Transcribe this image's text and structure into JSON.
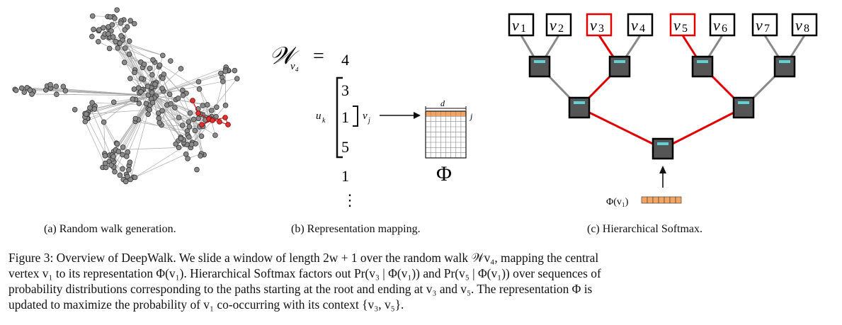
{
  "panel_a": {
    "caption": "(a) Random walk generation."
  },
  "panel_b": {
    "caption": "(b) Representation mapping.",
    "walk_label": "𝒲",
    "walk_sub": "v₄",
    "equals": "=",
    "sequence": [
      "4",
      "3",
      "1",
      "5",
      "1"
    ],
    "ellipsis": "⋮",
    "uk_label": "u",
    "uk_sub": "k",
    "vj_label": "v",
    "vj_sub": "j",
    "d_label": "d",
    "j_label": "j",
    "phi_label": "Φ",
    "embedding_color": "#f4a460"
  },
  "panel_c": {
    "caption": "(c) Hierarchical Softmax.",
    "leaves": [
      {
        "name": "v",
        "sub": "1",
        "highlight": false
      },
      {
        "name": "v",
        "sub": "2",
        "highlight": false
      },
      {
        "name": "v",
        "sub": "3",
        "highlight": true
      },
      {
        "name": "v",
        "sub": "4",
        "highlight": false
      },
      {
        "name": "v",
        "sub": "5",
        "highlight": true
      },
      {
        "name": "v",
        "sub": "6",
        "highlight": false
      },
      {
        "name": "v",
        "sub": "7",
        "highlight": false
      },
      {
        "name": "v",
        "sub": "8",
        "highlight": false
      }
    ],
    "input_label": "Φ(v₁)",
    "highlight_color": "#e00000",
    "edge_color": "#888888",
    "node_color": "#555555",
    "node_bar_color": "#5fd3d3"
  },
  "figure_caption": {
    "lines": [
      "Figure 3: Overview of DeepWalk. We slide a window of length 2w + 1 over the random walk 𝒲v₄, mapping the central",
      "vertex v₁ to its representation Φ(v₁). Hierarchical Softmax factors out Pr(v₃ | Φ(v₁)) and Pr(v₅ | Φ(v₁)) over sequences of",
      "probability distributions corresponding to the paths starting at the root and ending at v₃ and v₅. The representation Φ is",
      "updated to maximize the probability of v₁ co-occurring with its context {v₃, v₅}."
    ]
  }
}
